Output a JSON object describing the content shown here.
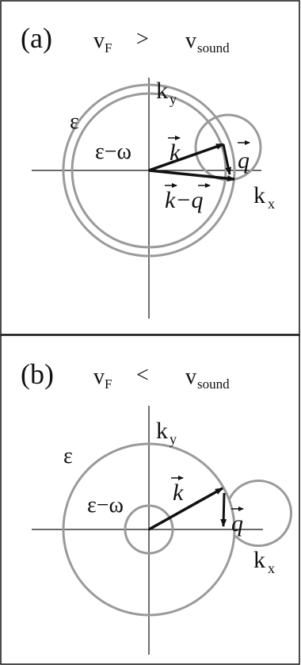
{
  "colors": {
    "frame": "#111111",
    "axis": "#111111",
    "circle": "#9a9a9a",
    "arrow": "#111111",
    "text": "#111111"
  },
  "panel_a": {
    "label": "(a)",
    "v_F": "v",
    "v_F_sub": "F",
    "relation": ">",
    "v_sound": "v",
    "v_sound_sub": "sound",
    "axis_y": "k",
    "axis_y_sub": "y",
    "axis_x": "k",
    "axis_x_sub": "x",
    "outer_circle_label": "ε",
    "inner_circle_label": "ε−ω",
    "vector_k": "k",
    "vector_q": "q",
    "vector_k_minus_q": "k−q"
  },
  "panel_b": {
    "label": "(b)",
    "v_F": "v",
    "v_F_sub": "F",
    "relation": "<",
    "v_sound": "v",
    "v_sound_sub": "sound",
    "axis_y": "k",
    "axis_y_sub": "y",
    "axis_x": "k",
    "axis_x_sub": "x",
    "outer_circle_label": "ε",
    "inner_circle_label": "ε−ω",
    "vector_k": "k",
    "vector_q": "q"
  }
}
